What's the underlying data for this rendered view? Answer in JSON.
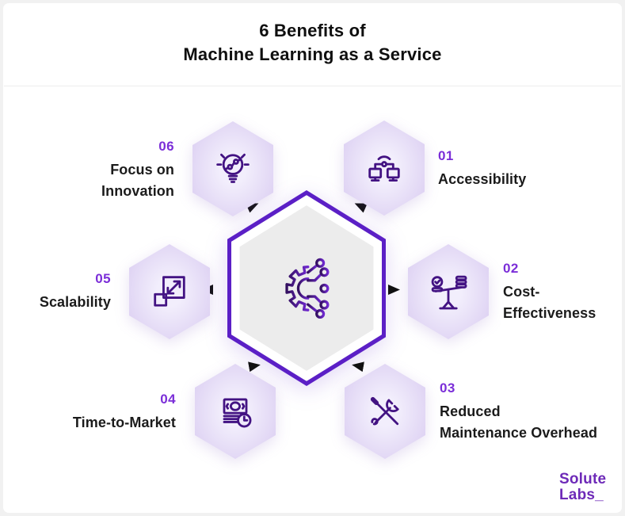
{
  "header": {
    "title_line1": "6 Benefits of",
    "title_line2": "Machine Learning as a Service"
  },
  "center": {
    "icon": "machine-learning-gear-circuit-icon"
  },
  "benefits": [
    {
      "number": "01",
      "label": "Accessibility",
      "icon": "connected-devices-wifi-icon",
      "position": "top-right"
    },
    {
      "number": "02",
      "label": "Cost-\nEffectiveness",
      "icon": "balance-scale-coins-icon",
      "position": "right"
    },
    {
      "number": "03",
      "label": "Reduced\nMaintenance Overhead",
      "icon": "crossed-tools-icon",
      "position": "bottom-right"
    },
    {
      "number": "04",
      "label": "Time-to-Market",
      "icon": "banknotes-clock-icon",
      "position": "bottom-left"
    },
    {
      "number": "05",
      "label": "Scalability",
      "icon": "expand-squares-icon",
      "position": "left"
    },
    {
      "number": "06",
      "label": "Focus on\nInnovation",
      "icon": "lightbulb-idea-icon",
      "position": "top-left"
    }
  ],
  "logo": {
    "line1": "Solute",
    "line2": "Labs_"
  },
  "colors": {
    "accent_purple": "#5b1fc6",
    "number_purple": "#7b2ed8",
    "icon_stroke_purple": "#431383",
    "hex_fill_edge": "#ded2f3",
    "hex_fill_center": "#f2eefc",
    "center_hex_fill": "#ececec",
    "logo_purple": "#6e2ab8",
    "text_dark": "#1b1b1b",
    "page_background": "#f1f1f1",
    "card_background": "#ffffff"
  }
}
